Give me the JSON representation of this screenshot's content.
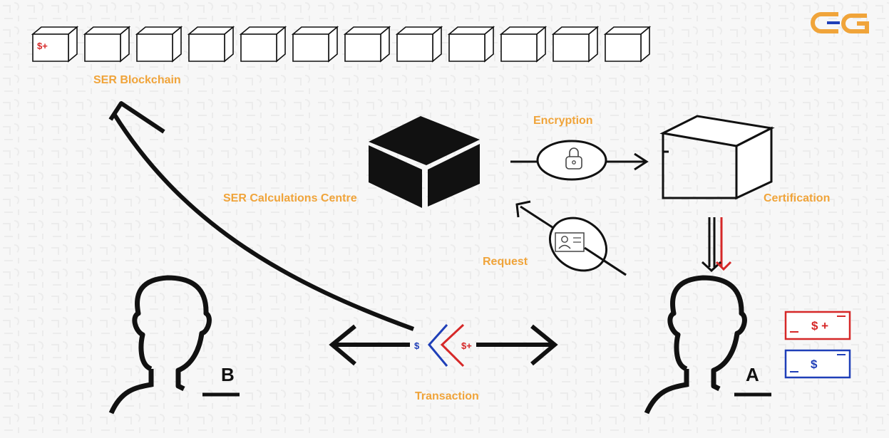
{
  "labels": {
    "blockchain": "SER Blockchain",
    "calc_centre": "SER Calculations Centre",
    "encryption": "Encryption",
    "certification": "Certification",
    "request": "Request",
    "transaction": "Transaction"
  },
  "persons": {
    "left": "B",
    "right": "A"
  },
  "symbols": {
    "first_block": "$+",
    "tx_blue": "$",
    "tx_red": "$+",
    "note_red": "$ +",
    "note_blue": "$"
  },
  "colors": {
    "accent": "#f0a43a",
    "red": "#d62828",
    "blue": "#1f3fb8",
    "ink": "#111111"
  },
  "icons": [
    "cg-logo-icon",
    "lock-icon",
    "id-card-icon",
    "cube-icon",
    "person-icon",
    "banknote-icon",
    "arrow-icon"
  ]
}
